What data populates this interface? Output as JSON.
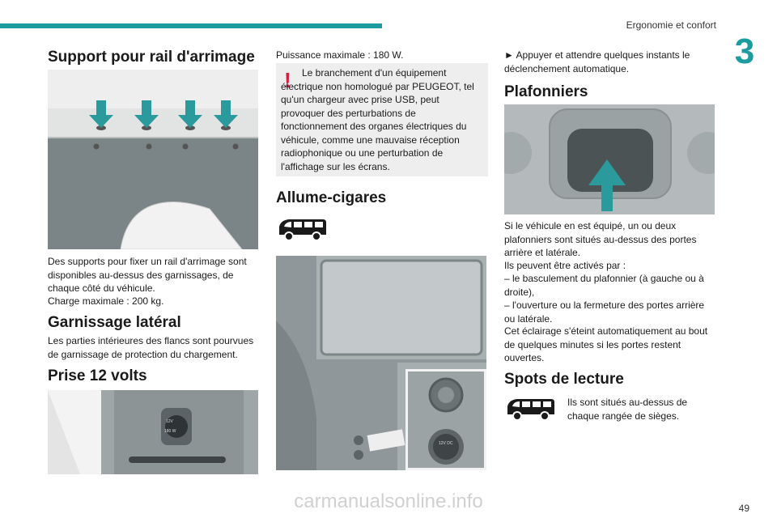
{
  "header": {
    "section": "Ergonomie et confort",
    "chapter": "3"
  },
  "col1": {
    "h1": "Support pour rail d'arrimage",
    "p1": "Des supports pour fixer un rail d'arrimage sont disponibles au-dessus des garnissages, de chaque côté du véhicule.",
    "p1b": "Charge maximale : 200 kg.",
    "h2": "Garnissage latéral",
    "p2": "Les parties intérieures des flancs sont pourvues de garnissage de protection du chargement.",
    "h3": "Prise 12 volts",
    "socket_label_top": "12V",
    "socket_label_bottom": "180 W"
  },
  "col2": {
    "p1": "Puissance maximale : 180 W.",
    "warning": "Le branchement d'un équipement électrique non homologué par PEUGEOT, tel qu'un chargeur avec prise USB, peut provoquer des perturbations de fonctionnement des organes électriques du véhicule, comme une mauvaise réception radiophonique ou une perturbation de l'affichage sur les écrans.",
    "h1": "Allume-cigares",
    "socket_label": "12V DC"
  },
  "col3": {
    "bullet": "► Appuyer et attendre quelques instants le déclenchement automatique.",
    "h1": "Plafonniers",
    "p1": "Si le véhicule en est équipé, un ou deux plafonniers sont situés au-dessus des portes arrière et latérale.",
    "p2": "Ils peuvent être activés par :",
    "li1": "– le basculement du plafonnier (à gauche ou à droite),",
    "li2": "– l'ouverture ou la fermeture des portes arrière ou latérale.",
    "p3": "Cet éclairage s'éteint automatiquement au bout de quelques minutes si les portes restent ouvertes.",
    "h2": "Spots de lecture",
    "p4": "Ils sont situés au-dessus de chaque rangée de sièges."
  },
  "footer": {
    "url": "carmanualsonline.info",
    "page": "49"
  },
  "colors": {
    "accent": "#1c9ca0",
    "warning": "#d81f3f",
    "arrow": "#2a9a9c"
  },
  "icons": [
    "van-icon",
    "arrow-down-icon",
    "arrow-up-icon",
    "warning-icon"
  ]
}
